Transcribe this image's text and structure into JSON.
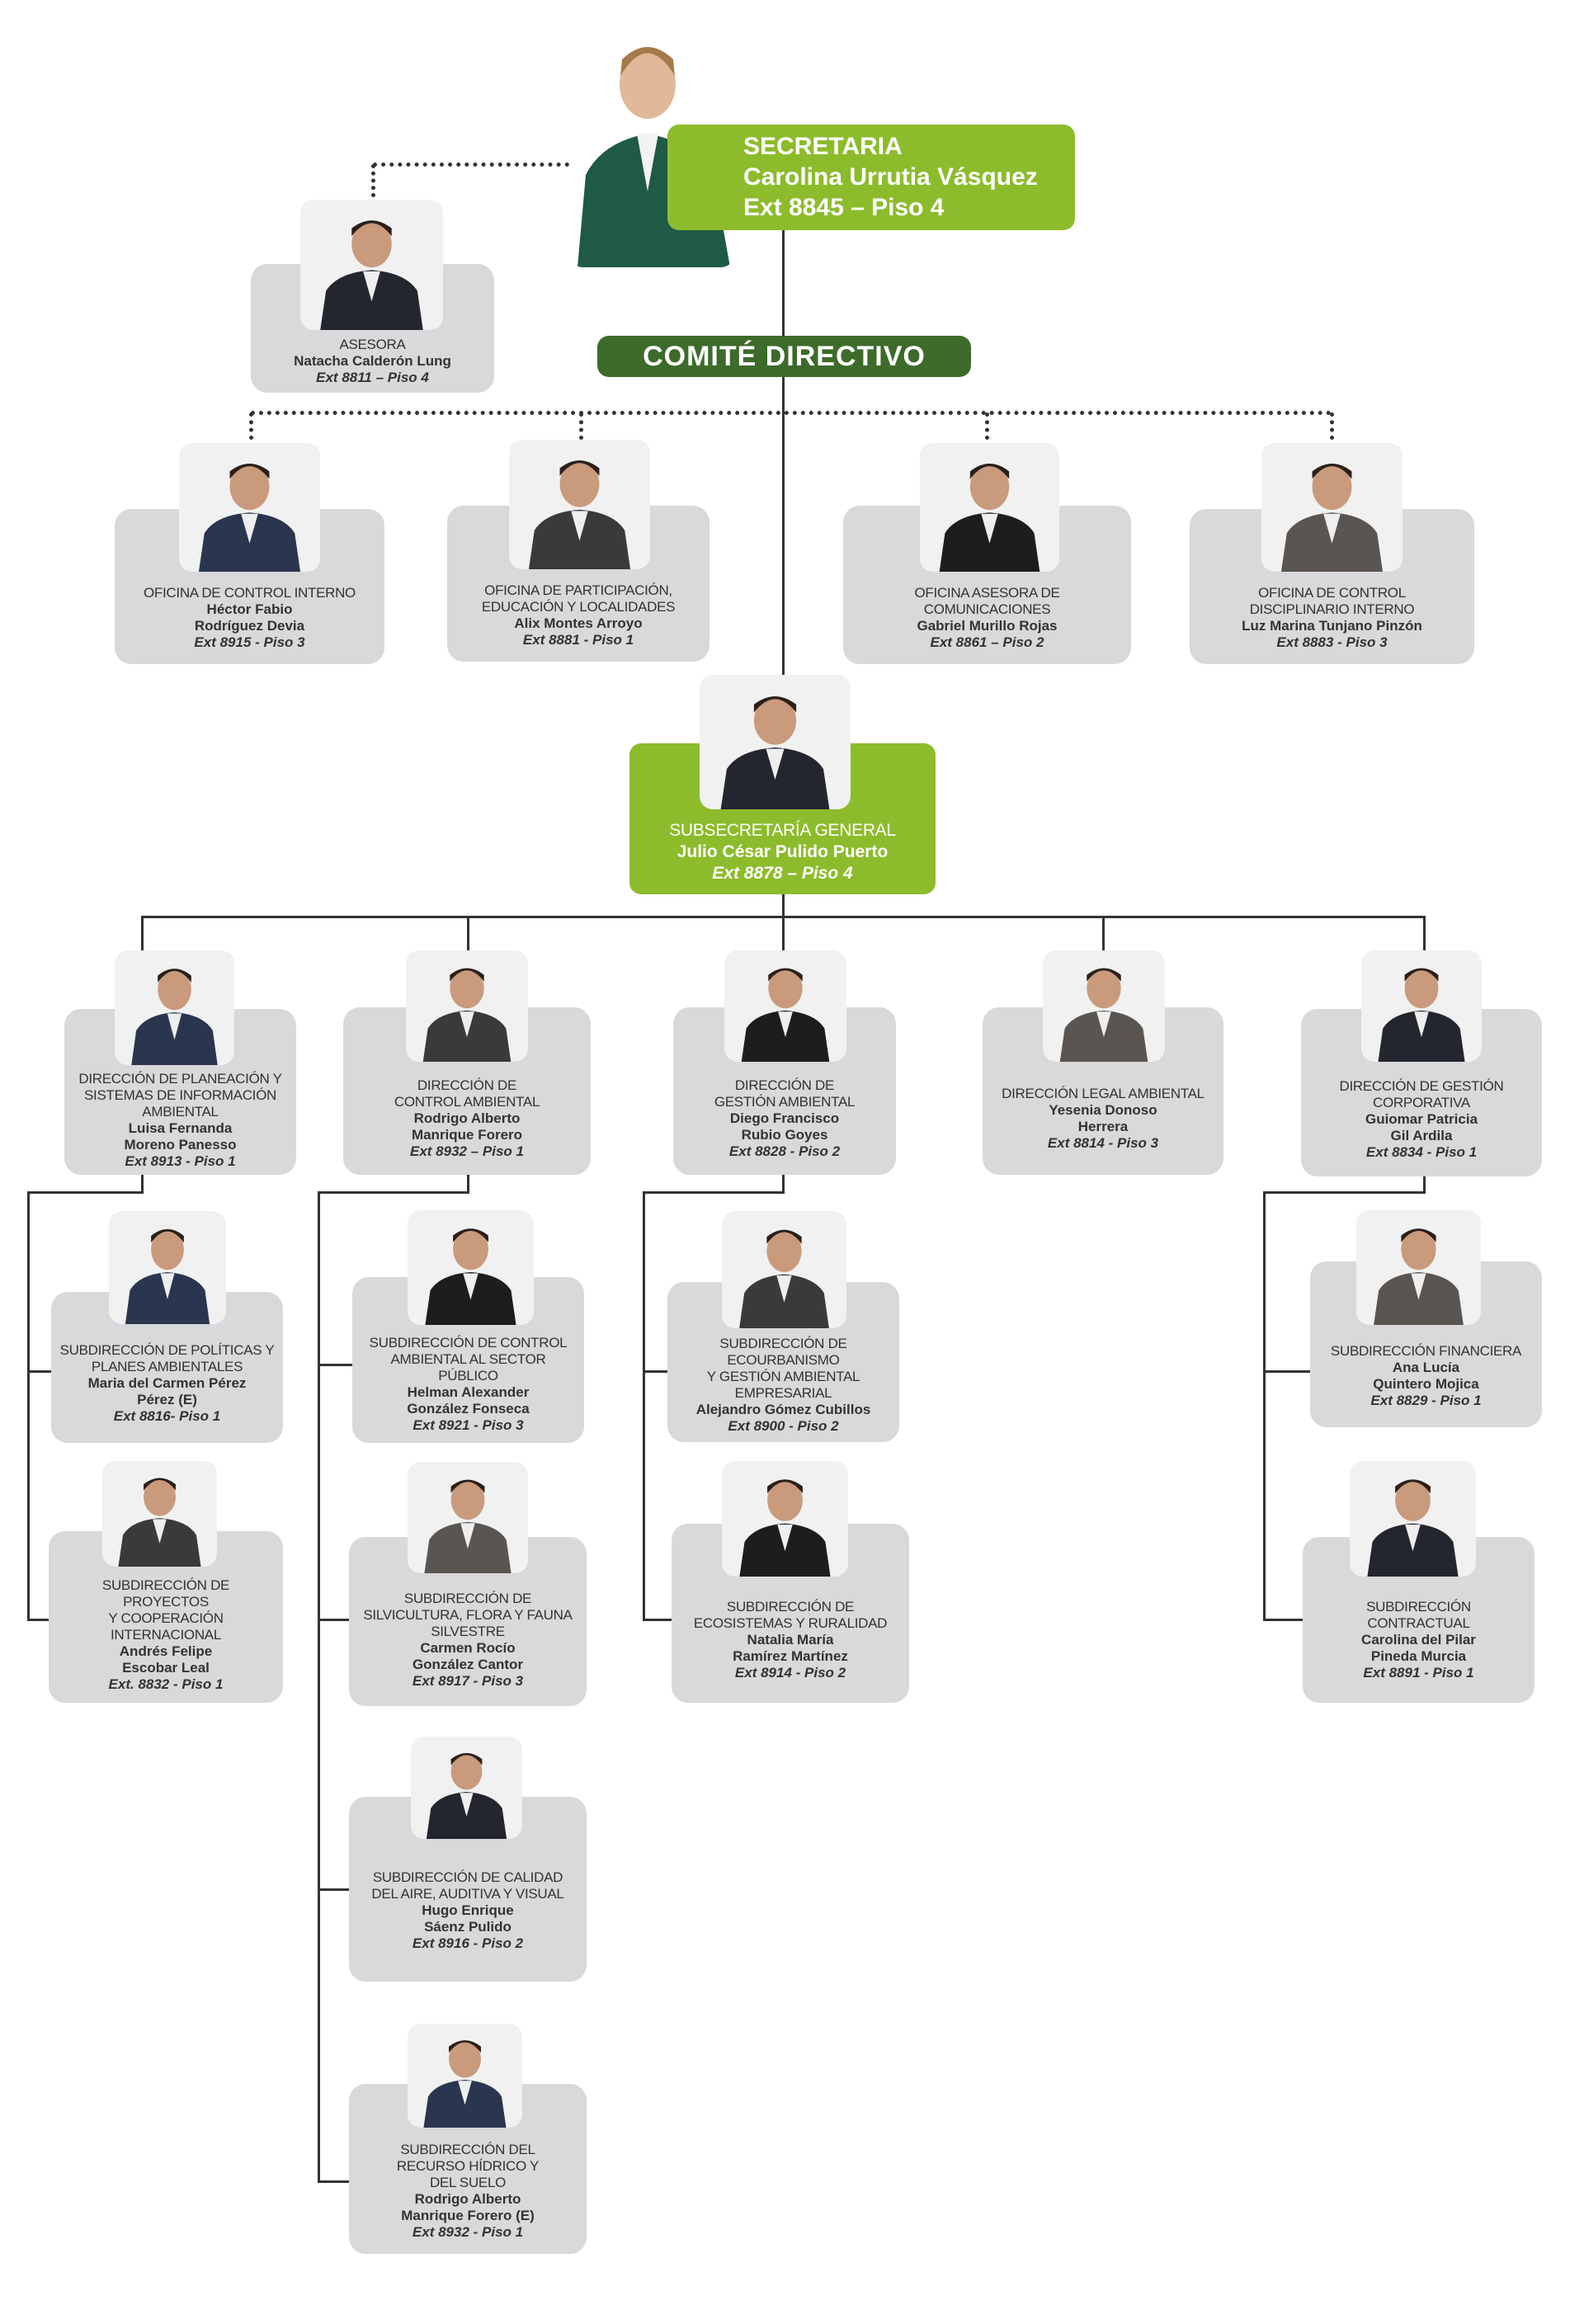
{
  "secretaria": {
    "title": "SECRETARIA",
    "name": "Carolina Urrutia Vásquez",
    "ext": "Ext 8845 – Piso 4"
  },
  "comite": "COMITÉ DIRECTIVO",
  "colors": {
    "green": "#8cbc2c",
    "dark_green": "#3d6b2a",
    "card_gray": "#d9d8da"
  },
  "cards": {
    "asesora": {
      "title": "ASESORA",
      "name": "Natacha Calderón Lung",
      "ext": "Ext 8811 – Piso 4"
    },
    "o1": {
      "title": "OFICINA DE CONTROL INTERNO",
      "name": "Héctor Fabio\nRodríguez Devia",
      "ext": "Ext 8915 - Piso 3"
    },
    "o2": {
      "title": "OFICINA DE PARTICIPACIÓN,\nEDUCACIÓN Y LOCALIDADES",
      "name": "Alix Montes Arroyo",
      "ext": "Ext 8881 - Piso 1"
    },
    "o3": {
      "title": "OFICINA ASESORA DE\nCOMUNICACIONES",
      "name": "Gabriel Murillo Rojas",
      "ext": "Ext 8861 – Piso 2"
    },
    "o4": {
      "title": "OFICINA DE CONTROL\nDISCIPLINARIO INTERNO",
      "name": "Luz Marina Tunjano Pinzón",
      "ext": "Ext 8883 - Piso 3"
    },
    "sub": {
      "title": "SUBSECRETARÍA GENERAL",
      "name": "Julio César Pulido Puerto",
      "ext": "Ext 8878 – Piso 4"
    },
    "d1": {
      "title": "DIRECCIÓN DE PLANEACIÓN Y\nSISTEMAS DE INFORMACIÓN\nAMBIENTAL",
      "name": "Luisa Fernanda\nMoreno Panesso",
      "ext": "Ext  8913 - Piso 1"
    },
    "d2": {
      "title": "DIRECCIÓN DE\nCONTROL AMBIENTAL",
      "name": "Rodrigo Alberto\nManrique Forero",
      "ext": "Ext 8932 – Piso 1"
    },
    "d3": {
      "title": "DIRECCIÓN DE\nGESTIÓN AMBIENTAL",
      "name": "Diego Francisco\nRubio Goyes",
      "ext": "Ext 8828 - Piso 2"
    },
    "d4": {
      "title": "DIRECCIÓN LEGAL AMBIENTAL",
      "name": "Yesenia Donoso\nHerrera",
      "ext": "Ext 8814 - Piso 3"
    },
    "d5": {
      "title": "DIRECCIÓN DE GESTIÓN\nCORPORATIVA",
      "name": "Guiomar Patricia\nGil Ardila",
      "ext": "Ext 8834 - Piso 1"
    },
    "s1a": {
      "title": "SUBDIRECCIÓN DE POLÍTICAS Y\nPLANES AMBIENTALES",
      "name": "Maria del Carmen Pérez\nPérez (E)",
      "ext": "Ext 8816- Piso 1"
    },
    "s1b": {
      "title": "SUBDIRECCIÓN DE\nPROYECTOS\nY COOPERACIÓN\nINTERNACIONAL",
      "name": "Andrés Felipe\nEscobar Leal",
      "ext": "Ext. 8832  - Piso 1"
    },
    "s2a": {
      "title": "SUBDIRECCIÓN DE CONTROL\nAMBIENTAL AL SECTOR\nPÚBLICO",
      "name": "Helman Alexander\nGonzález Fonseca",
      "ext": "Ext 8921 - Piso 3"
    },
    "s2b": {
      "title": "SUBDIRECCIÓN DE\nSILVICULTURA, FLORA Y FAUNA\nSILVESTRE",
      "name": "Carmen Rocío\nGonzález Cantor",
      "ext": "Ext 8917 - Piso 3"
    },
    "s2c": {
      "title": "SUBDIRECCIÓN DE CALIDAD\nDEL AIRE, AUDITIVA Y VISUAL",
      "name": "Hugo Enrique\nSáenz Pulido",
      "ext": "Ext 8916 - Piso 2"
    },
    "s2d": {
      "title": "SUBDIRECCIÓN DEL\nRECURSO HÍDRICO Y\nDEL SUELO",
      "name": "Rodrigo Alberto\nManrique Forero (E)",
      "ext": "Ext 8932 - Piso 1"
    },
    "s3a": {
      "title": "SUBDIRECCIÓN DE\nECOURBANISMO\nY GESTIÓN AMBIENTAL\nEMPRESARIAL",
      "name": "Alejandro Gómez Cubillos",
      "ext": "Ext 8900 - Piso 2"
    },
    "s3b": {
      "title": "SUBDIRECCIÓN DE\nECOSISTEMAS Y RURALIDAD",
      "name": "Natalia María\nRamírez Martínez",
      "ext": "Ext 8914 - Piso 2"
    },
    "s5a": {
      "title": "SUBDIRECCIÓN FINANCIERA",
      "name": "Ana Lucía\nQuintero Mojica",
      "ext": "Ext 8829 - Piso 1"
    },
    "s5b": {
      "title": "SUBDIRECCIÓN\nCONTRACTUAL",
      "name": "Carolina del Pilar\nPineda Murcia",
      "ext": "Ext 8891 - Piso 1"
    }
  }
}
